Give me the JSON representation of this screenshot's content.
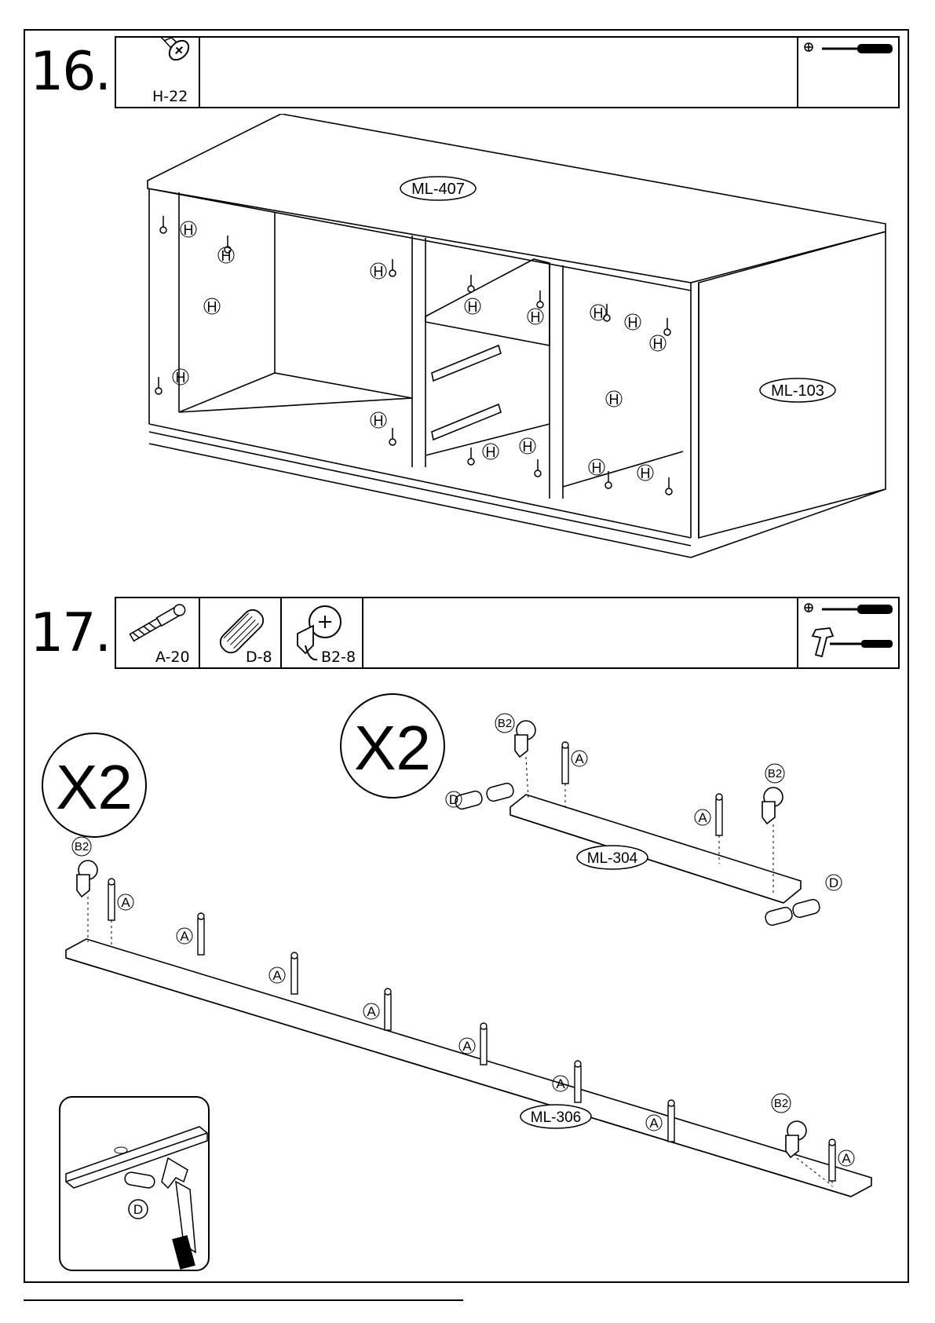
{
  "steps": [
    {
      "number": "16.",
      "parts": [
        {
          "icon": "screw-icon",
          "code": "H-22"
        }
      ],
      "tools": [
        "phillips-screwdriver-icon"
      ]
    },
    {
      "number": "17.",
      "parts": [
        {
          "icon": "cam-bolt-icon",
          "code": "A-20"
        },
        {
          "icon": "wooden-dowel-icon",
          "code": "D-8"
        },
        {
          "icon": "cam-lock-icon",
          "code": "B2-8"
        }
      ],
      "tools": [
        "phillips-screwdriver-icon",
        "hammer-icon"
      ]
    }
  ],
  "panels": {
    "top": "ML-407",
    "side": "ML-103",
    "short_rail": "ML-304",
    "long_rail": "ML-306"
  },
  "hardware_labels": {
    "screw": "H",
    "bolt": "A",
    "dowel": "D",
    "cam": "B2"
  },
  "multipliers": {
    "left": "X2",
    "center": "X2"
  }
}
